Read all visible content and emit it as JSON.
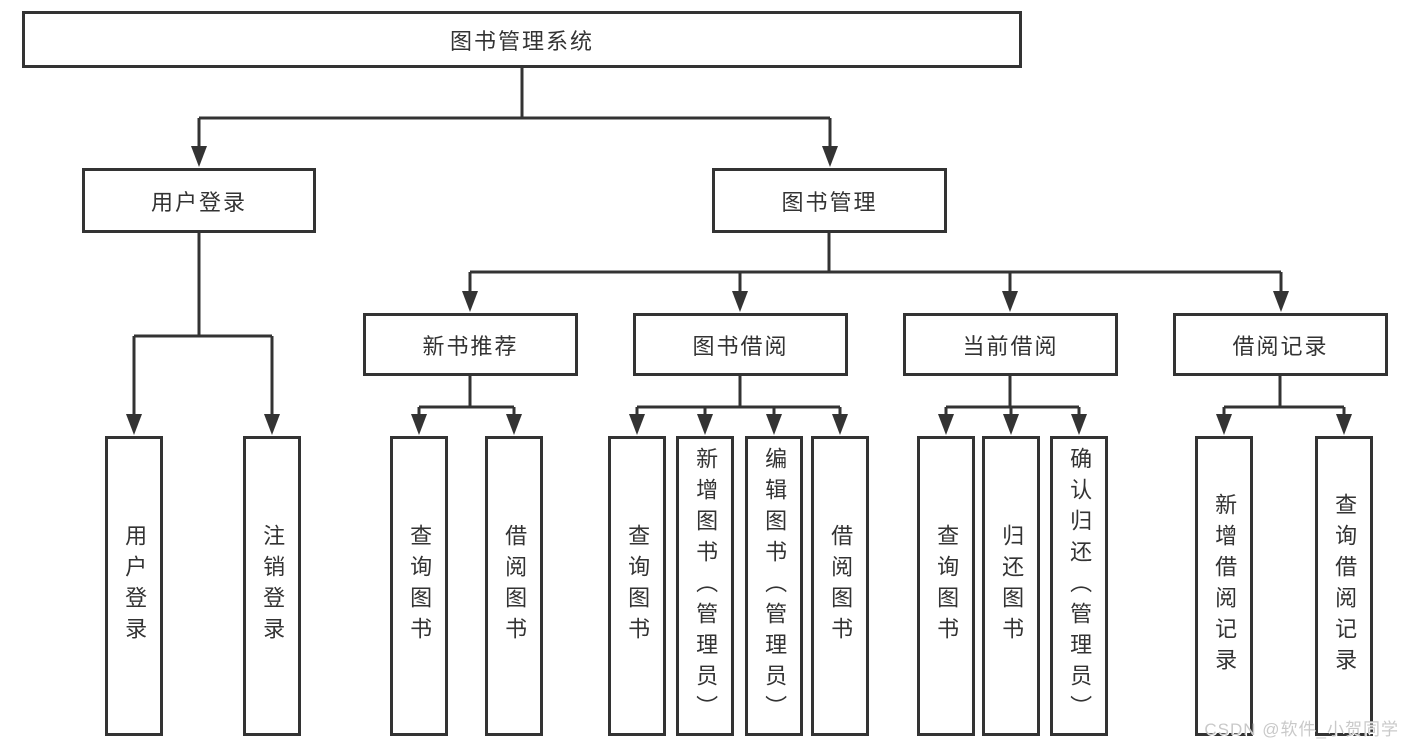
{
  "diagram_type": "hierarchy-tree",
  "colors": {
    "line": "#333333",
    "box_border": "#333333",
    "box_fill": "#ffffff",
    "text": "#333333",
    "watermark": "#c9c9c9"
  },
  "tree": {
    "root": {
      "label": "图书管理系统",
      "children": [
        {
          "label": "用户登录",
          "children": [
            {
              "label": "用户登录"
            },
            {
              "label": "注销登录"
            }
          ]
        },
        {
          "label": "图书管理",
          "children": [
            {
              "label": "新书推荐",
              "children": [
                {
                  "label": "查询图书"
                },
                {
                  "label": "借阅图书"
                }
              ]
            },
            {
              "label": "图书借阅",
              "children": [
                {
                  "label": "查询图书"
                },
                {
                  "label": "新增图书（管理员）"
                },
                {
                  "label": "编辑图书（管理员）"
                },
                {
                  "label": "借阅图书"
                }
              ]
            },
            {
              "label": "当前借阅",
              "children": [
                {
                  "label": "查询图书"
                },
                {
                  "label": "归还图书"
                },
                {
                  "label": "确认归还（管理员）"
                }
              ]
            },
            {
              "label": "借阅记录",
              "children": [
                {
                  "label": "新增借阅记录"
                },
                {
                  "label": "查询借阅记录"
                }
              ]
            }
          ]
        }
      ]
    }
  },
  "watermark": {
    "text": "CSDN @软件_小贺同学"
  }
}
